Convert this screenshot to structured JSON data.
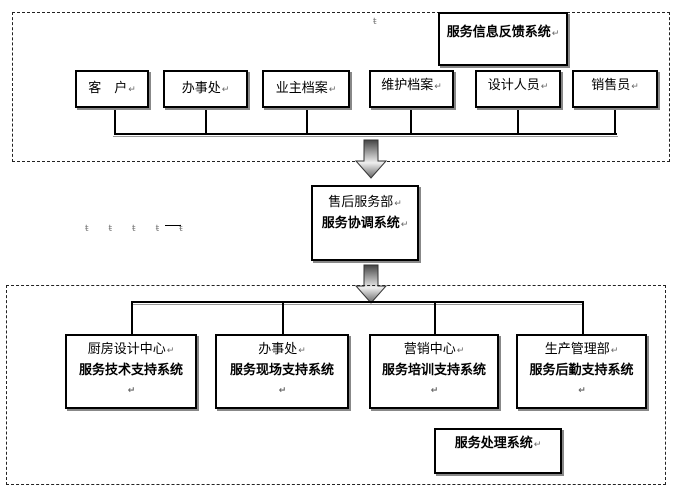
{
  "top_section": {
    "title": "服务信息反馈系统",
    "boxes": [
      {
        "label": "客　户"
      },
      {
        "label": "办事处"
      },
      {
        "label": "业主档案"
      },
      {
        "label": "维护档案"
      },
      {
        "label": "设计人员"
      },
      {
        "label": "销售员"
      }
    ]
  },
  "middle_box": {
    "line1": "售后服务部",
    "line2": "服务协调系统"
  },
  "bottom_section": {
    "title": "服务处理系统",
    "boxes": [
      {
        "dept": "厨房设计中心",
        "system": "服务技术支持系统"
      },
      {
        "dept": "办事处",
        "system": "服务现场支持系统"
      },
      {
        "dept": "营销中心",
        "system": "服务培训支持系统"
      },
      {
        "dept": "生产管理部",
        "system": "服务后勤支持系统"
      }
    ]
  },
  "paragraph_mark": "↵"
}
